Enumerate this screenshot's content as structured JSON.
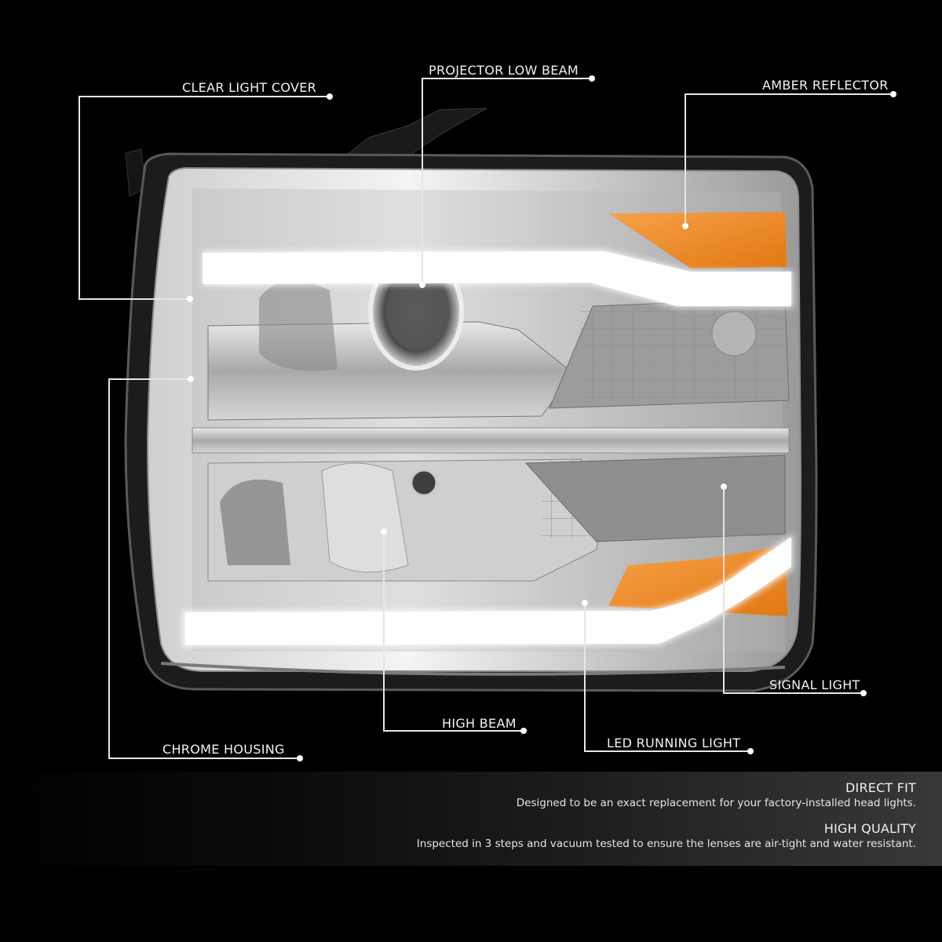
{
  "colors": {
    "background": "#000000",
    "callout_line": "#e6e6e6",
    "amber": "#f08a1c",
    "chrome": "#c9c9c9",
    "led": "#ffffff",
    "panel_gradient_start": "#000000",
    "panel_gradient_end": "#383838"
  },
  "product": {
    "subject": "chrome housing projector headlight with LED running light and amber reflectors"
  },
  "callouts": {
    "clear_light_cover": {
      "label": "CLEAR LIGHT COVER"
    },
    "projector_low_beam": {
      "label": "PROJECTOR LOW BEAM"
    },
    "amber_reflector": {
      "label": "AMBER REFLECTOR"
    },
    "signal_light": {
      "label": "SIGNAL LIGHT"
    },
    "chrome_housing": {
      "label": "CHROME HOUSING"
    },
    "high_beam": {
      "label": "HIGH BEAM"
    },
    "led_running_light": {
      "label": "LED RUNNING LIGHT"
    }
  },
  "features": [
    {
      "title": "DIRECT FIT",
      "description": "Designed to be an exact replacement for your factory-installed head lights."
    },
    {
      "title": "HIGH QUALITY",
      "description": "Inspected in 3 steps and vacuum tested to ensure the lenses are air-tight and water resistant."
    }
  ]
}
